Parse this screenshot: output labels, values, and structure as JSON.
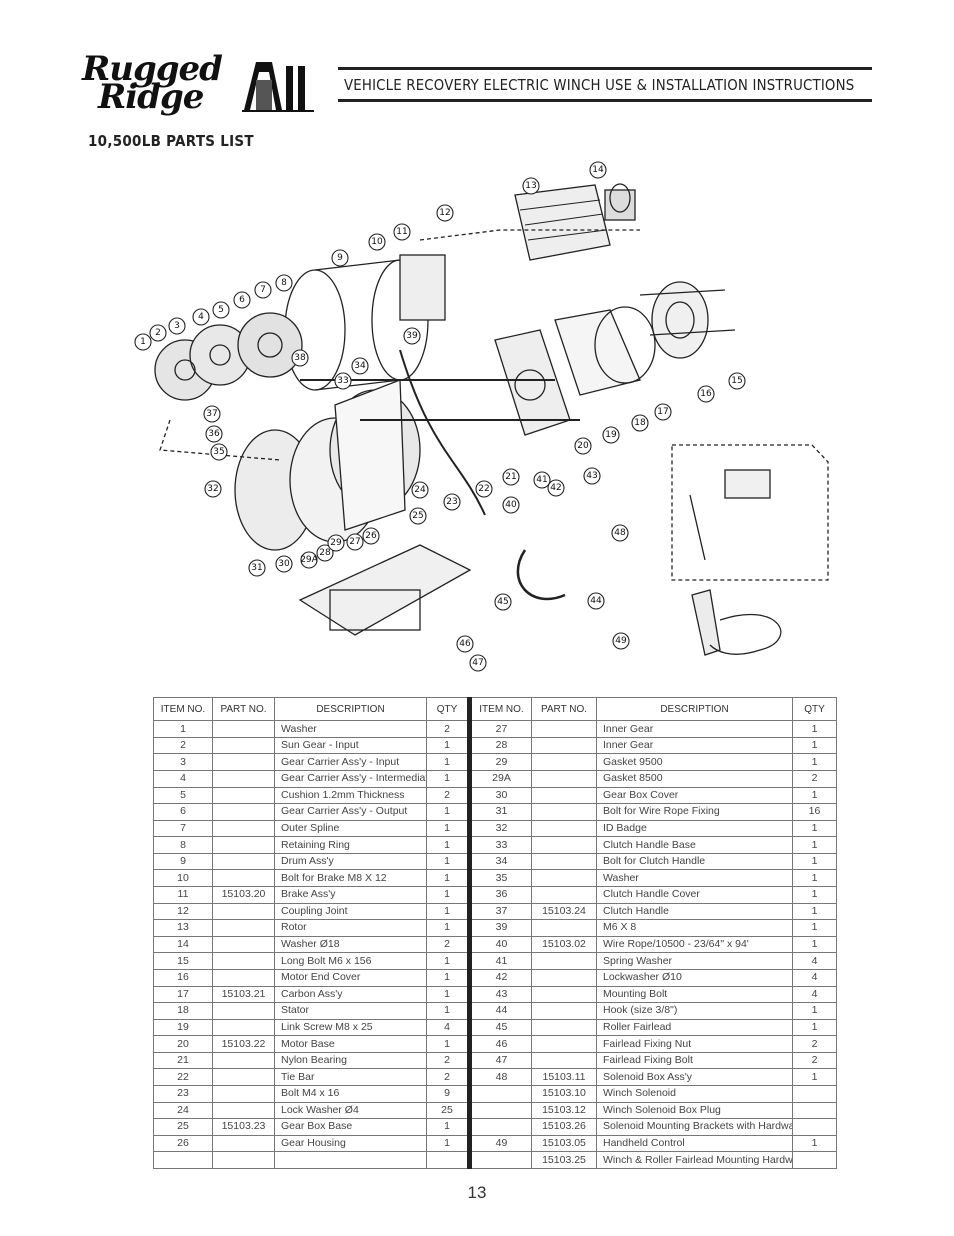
{
  "header": {
    "logo_line1": "Rugged",
    "logo_line2": "Ridge",
    "title": "VEHICLE RECOVERY ELECTRIC WINCH USE & INSTALLATION INSTRUCTIONS"
  },
  "section_title": "10,500LB PARTS LIST",
  "table": {
    "headers": [
      "ITEM NO.",
      "PART NO.",
      "DESCRIPTION",
      "QTY",
      "ITEM NO.",
      "PART NO.",
      "DESCRIPTION",
      "QTY"
    ],
    "rows": [
      [
        "1",
        "",
        "Washer",
        "2",
        "27",
        "",
        "Inner Gear",
        "1"
      ],
      [
        "2",
        "",
        "Sun Gear - Input",
        "1",
        "28",
        "",
        "Inner Gear",
        "1"
      ],
      [
        "3",
        "",
        "Gear Carrier Ass'y - Input",
        "1",
        "29",
        "",
        "Gasket 9500",
        "1"
      ],
      [
        "4",
        "",
        "Gear Carrier Ass'y - Intermediate",
        "1",
        "29A",
        "",
        "Gasket 8500",
        "2"
      ],
      [
        "5",
        "",
        "Cushion 1.2mm Thickness",
        "2",
        "30",
        "",
        "Gear Box Cover",
        "1"
      ],
      [
        "6",
        "",
        "Gear Carrier Ass'y - Output",
        "1",
        "31",
        "",
        "Bolt for Wire Rope Fixing",
        "16"
      ],
      [
        "7",
        "",
        "Outer Spline",
        "1",
        "32",
        "",
        "ID Badge",
        "1"
      ],
      [
        "8",
        "",
        "Retaining Ring",
        "1",
        "33",
        "",
        "Clutch Handle Base",
        "1"
      ],
      [
        "9",
        "",
        "Drum Ass'y",
        "1",
        "34",
        "",
        "Bolt for Clutch Handle",
        "1"
      ],
      [
        "10",
        "",
        "Bolt for Brake M8 X 12",
        "1",
        "35",
        "",
        "Washer",
        "1"
      ],
      [
        "11",
        "15103.20",
        "Brake Ass'y",
        "1",
        "36",
        "",
        "Clutch Handle Cover",
        "1"
      ],
      [
        "12",
        "",
        "Coupling Joint",
        "1",
        "37",
        "15103.24",
        "Clutch Handle",
        "1"
      ],
      [
        "13",
        "",
        "Rotor",
        "1",
        "39",
        "",
        "M6 X 8",
        "1"
      ],
      [
        "14",
        "",
        "Washer Ø18",
        "2",
        "40",
        "15103.02",
        "Wire Rope/10500 - 23/64\" x 94'",
        "1"
      ],
      [
        "15",
        "",
        "Long Bolt M6 x 156",
        "1",
        "41",
        "",
        "Spring Washer",
        "4"
      ],
      [
        "16",
        "",
        "Motor End Cover",
        "1",
        "42",
        "",
        "Lockwasher Ø10",
        "4"
      ],
      [
        "17",
        "15103.21",
        "Carbon Ass'y",
        "1",
        "43",
        "",
        "Mounting Bolt",
        "4"
      ],
      [
        "18",
        "",
        "Stator",
        "1",
        "44",
        "",
        "Hook (size 3/8\")",
        "1"
      ],
      [
        "19",
        "",
        "Link Screw M8 x 25",
        "4",
        "45",
        "",
        "Roller Fairlead",
        "1"
      ],
      [
        "20",
        "15103.22",
        "Motor Base",
        "1",
        "46",
        "",
        "Fairlead Fixing Nut",
        "2"
      ],
      [
        "21",
        "",
        "Nylon Bearing",
        "2",
        "47",
        "",
        "Fairlead Fixing Bolt",
        "2"
      ],
      [
        "22",
        "",
        "Tie Bar",
        "2",
        "48",
        "15103.11",
        "Solenoid Box Ass'y",
        "1"
      ],
      [
        "23",
        "",
        "Bolt M4 x 16",
        "9",
        "",
        "15103.10",
        "Winch Solenoid",
        ""
      ],
      [
        "24",
        "",
        "Lock Washer Ø4",
        "25",
        "",
        "15103.12",
        "Winch Solenoid Box Plug",
        ""
      ],
      [
        "25",
        "15103.23",
        "Gear Box Base",
        "1",
        "",
        "15103.26",
        "Solenoid Mounting Brackets with Hardware",
        ""
      ],
      [
        "26",
        "",
        "Gear Housing",
        "1",
        "49",
        "15103.05",
        "Handheld Control",
        "1"
      ],
      [
        "",
        "",
        "",
        "",
        "",
        "15103.25",
        "Winch & Roller Fairlead Mounting Hardware",
        ""
      ]
    ]
  },
  "diagram": {
    "callouts": [
      "1",
      "2",
      "3",
      "4",
      "5",
      "6",
      "7",
      "8",
      "9",
      "10",
      "11",
      "12",
      "13",
      "14",
      "15",
      "16",
      "17",
      "18",
      "19",
      "20",
      "21",
      "22",
      "23",
      "24",
      "25",
      "26",
      "27",
      "28",
      "29",
      "29A",
      "30",
      "31",
      "32",
      "33",
      "34",
      "35",
      "36",
      "37",
      "38",
      "39",
      "40",
      "41",
      "42",
      "43",
      "44",
      "45",
      "46",
      "47",
      "48",
      "49"
    ]
  },
  "page_number": "13"
}
